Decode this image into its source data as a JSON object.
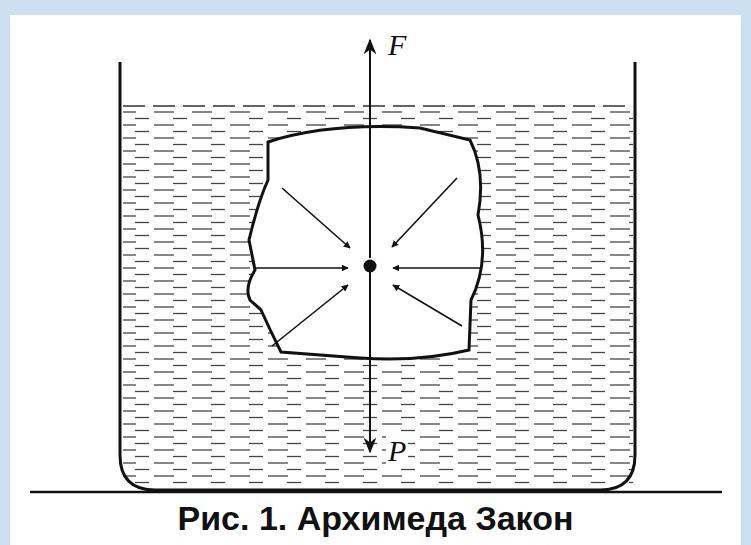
{
  "diagram": {
    "caption": "Рис. 1. Архимеда Закон",
    "labels": [
      "F",
      "P"
    ]
  }
}
